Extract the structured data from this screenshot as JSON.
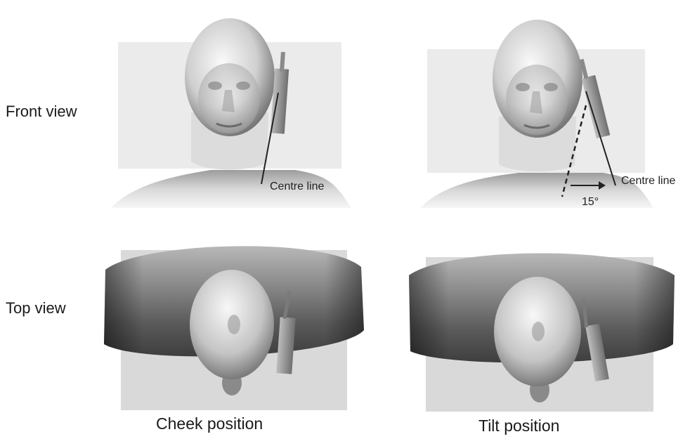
{
  "rows": {
    "front": "Front view",
    "top": "Top view"
  },
  "columns": {
    "cheek": "Cheek position",
    "tilt": "Tilt position"
  },
  "annotations": {
    "cheek_centre_line": "Centre line",
    "tilt_centre_line": "Centre line",
    "tilt_angle": "15°"
  },
  "colors": {
    "background_panel": "#e6e6e6",
    "skin_light": "#f2f2f2",
    "skin_dark": "#6e6e6e",
    "phone": "#8a8a8a",
    "line": "#222222"
  }
}
